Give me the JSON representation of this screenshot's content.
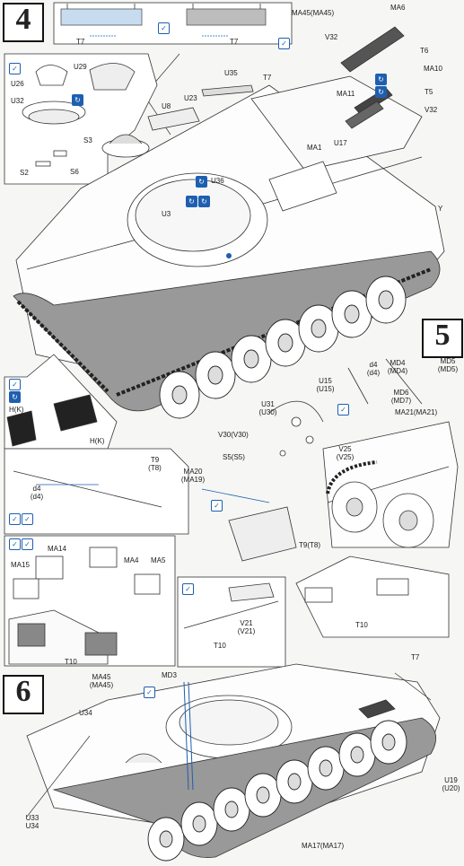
{
  "steps": {
    "s4": "4",
    "s5": "5",
    "s6": "6"
  },
  "labels": {
    "MA45_MA45": "MA45(MA45)",
    "MA6": "MA6",
    "V32": "V32",
    "T6": "T6",
    "MA10": "MA10",
    "T5": "T5",
    "T7_a": "T7",
    "T7_b": "T7",
    "T7_c": "T7",
    "T7_d": "T7",
    "U29": "U29",
    "U26": "U26",
    "U32": "U32",
    "S3": "S3",
    "S2": "S2",
    "S6": "S6",
    "U35": "U35",
    "U23": "U23",
    "U8": "U8",
    "MA11": "MA11",
    "MA1": "MA1",
    "U17": "U17",
    "V32_b": "V32",
    "U36": "U36",
    "U3": "U3",
    "Y": "Y",
    "HK_a": "H(K)",
    "HK_b": "H(K)",
    "d4": "d4",
    "d4p": "(d4)",
    "MD4": "MD4",
    "MD4p": "(MD4)",
    "MD5": "MD5",
    "MD5p": "(MD5)",
    "MD6": "MD6",
    "MD7": "(MD7)",
    "MA21": "MA21(MA21)",
    "U15": "U15",
    "U15p": "(U15)",
    "U31": "U31",
    "U30p": "(U30)",
    "V30": "V30(V30)",
    "S5": "S5(S5)",
    "V25": "V25",
    "V25p": "(V25)",
    "T9": "T9",
    "T8p": "(T8)",
    "d4_b": "d4",
    "d4p_b": "(d4)",
    "MA20": "MA20",
    "MA19p": "(MA19)",
    "T9T8": "T9(T8)",
    "MA14": "MA14",
    "MA15": "MA15",
    "MA4": "MA4",
    "MA5": "MA5",
    "T10_a": "T10",
    "V21": "V21",
    "V21p": "(V21)",
    "T10_b": "T10",
    "T10_c": "T10",
    "MA45b": "MA45",
    "MA45bp": "(MA45)",
    "MD3": "MD3",
    "U34": "U34",
    "U34b": "U34",
    "U33": "U33",
    "U19": "U19",
    "U20p": "(U20)",
    "MA17": "MA17(MA17)"
  }
}
